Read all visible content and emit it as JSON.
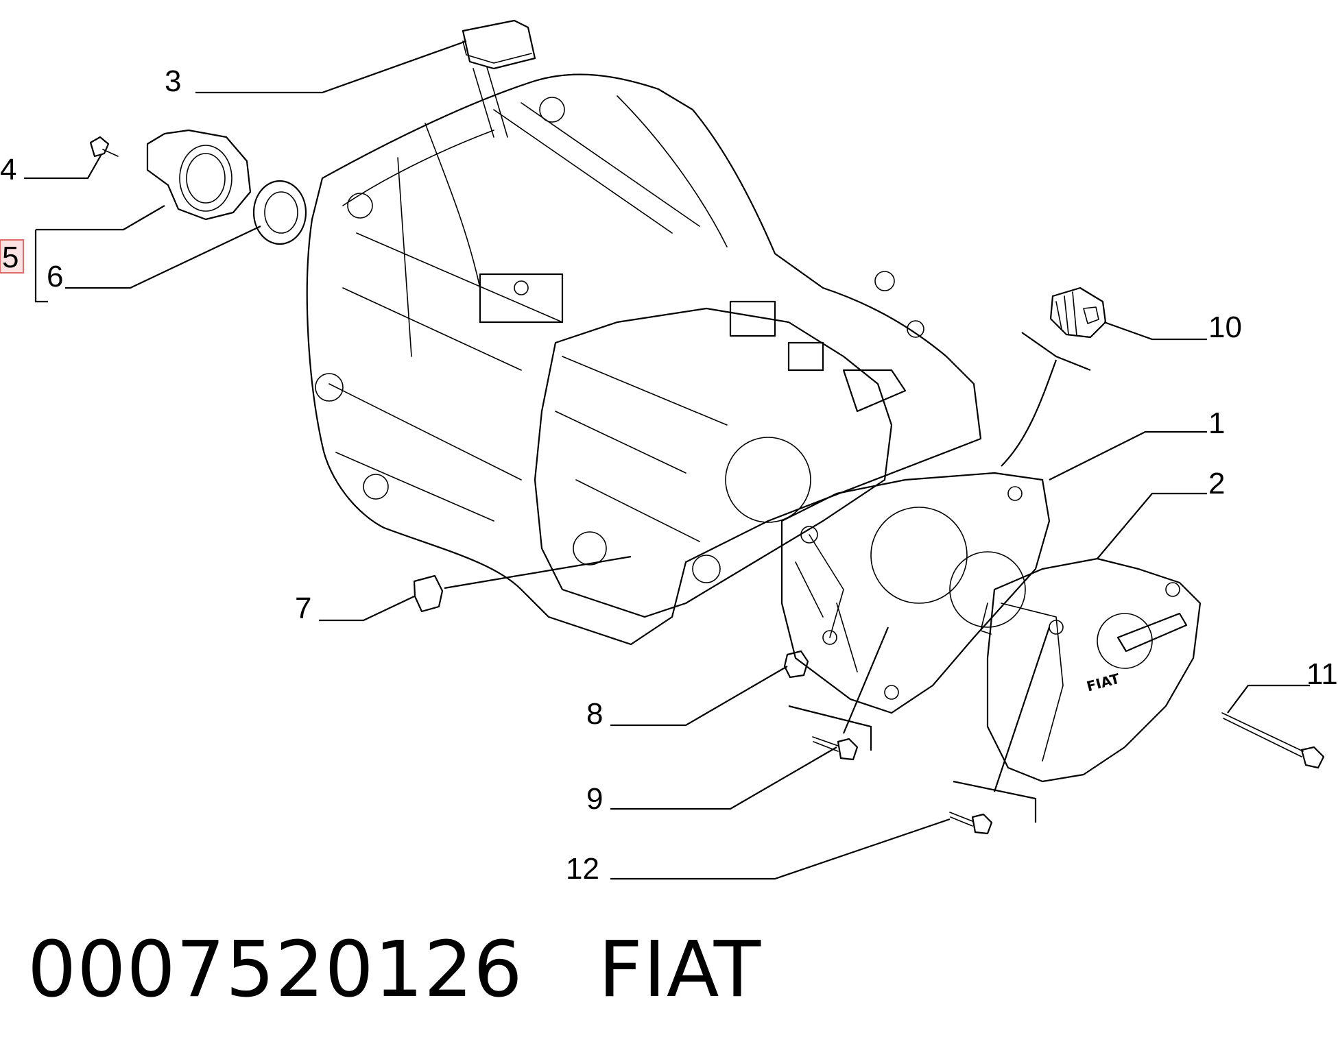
{
  "caption": {
    "part_number": "0007520126",
    "brand": "FIAT"
  },
  "callouts": [
    {
      "id": "1",
      "label": "1"
    },
    {
      "id": "2",
      "label": "2"
    },
    {
      "id": "3",
      "label": "3"
    },
    {
      "id": "4",
      "label": "4"
    },
    {
      "id": "5",
      "label": "5",
      "highlighted": true
    },
    {
      "id": "6",
      "label": "6"
    },
    {
      "id": "7",
      "label": "7"
    },
    {
      "id": "8",
      "label": "8"
    },
    {
      "id": "9",
      "label": "9"
    },
    {
      "id": "10",
      "label": "10"
    },
    {
      "id": "11",
      "label": "11"
    },
    {
      "id": "12",
      "label": "12"
    }
  ],
  "colors": {
    "line": "#000000",
    "highlight_fill": "#fbe3e3",
    "highlight_stroke": "#e06a6a"
  }
}
